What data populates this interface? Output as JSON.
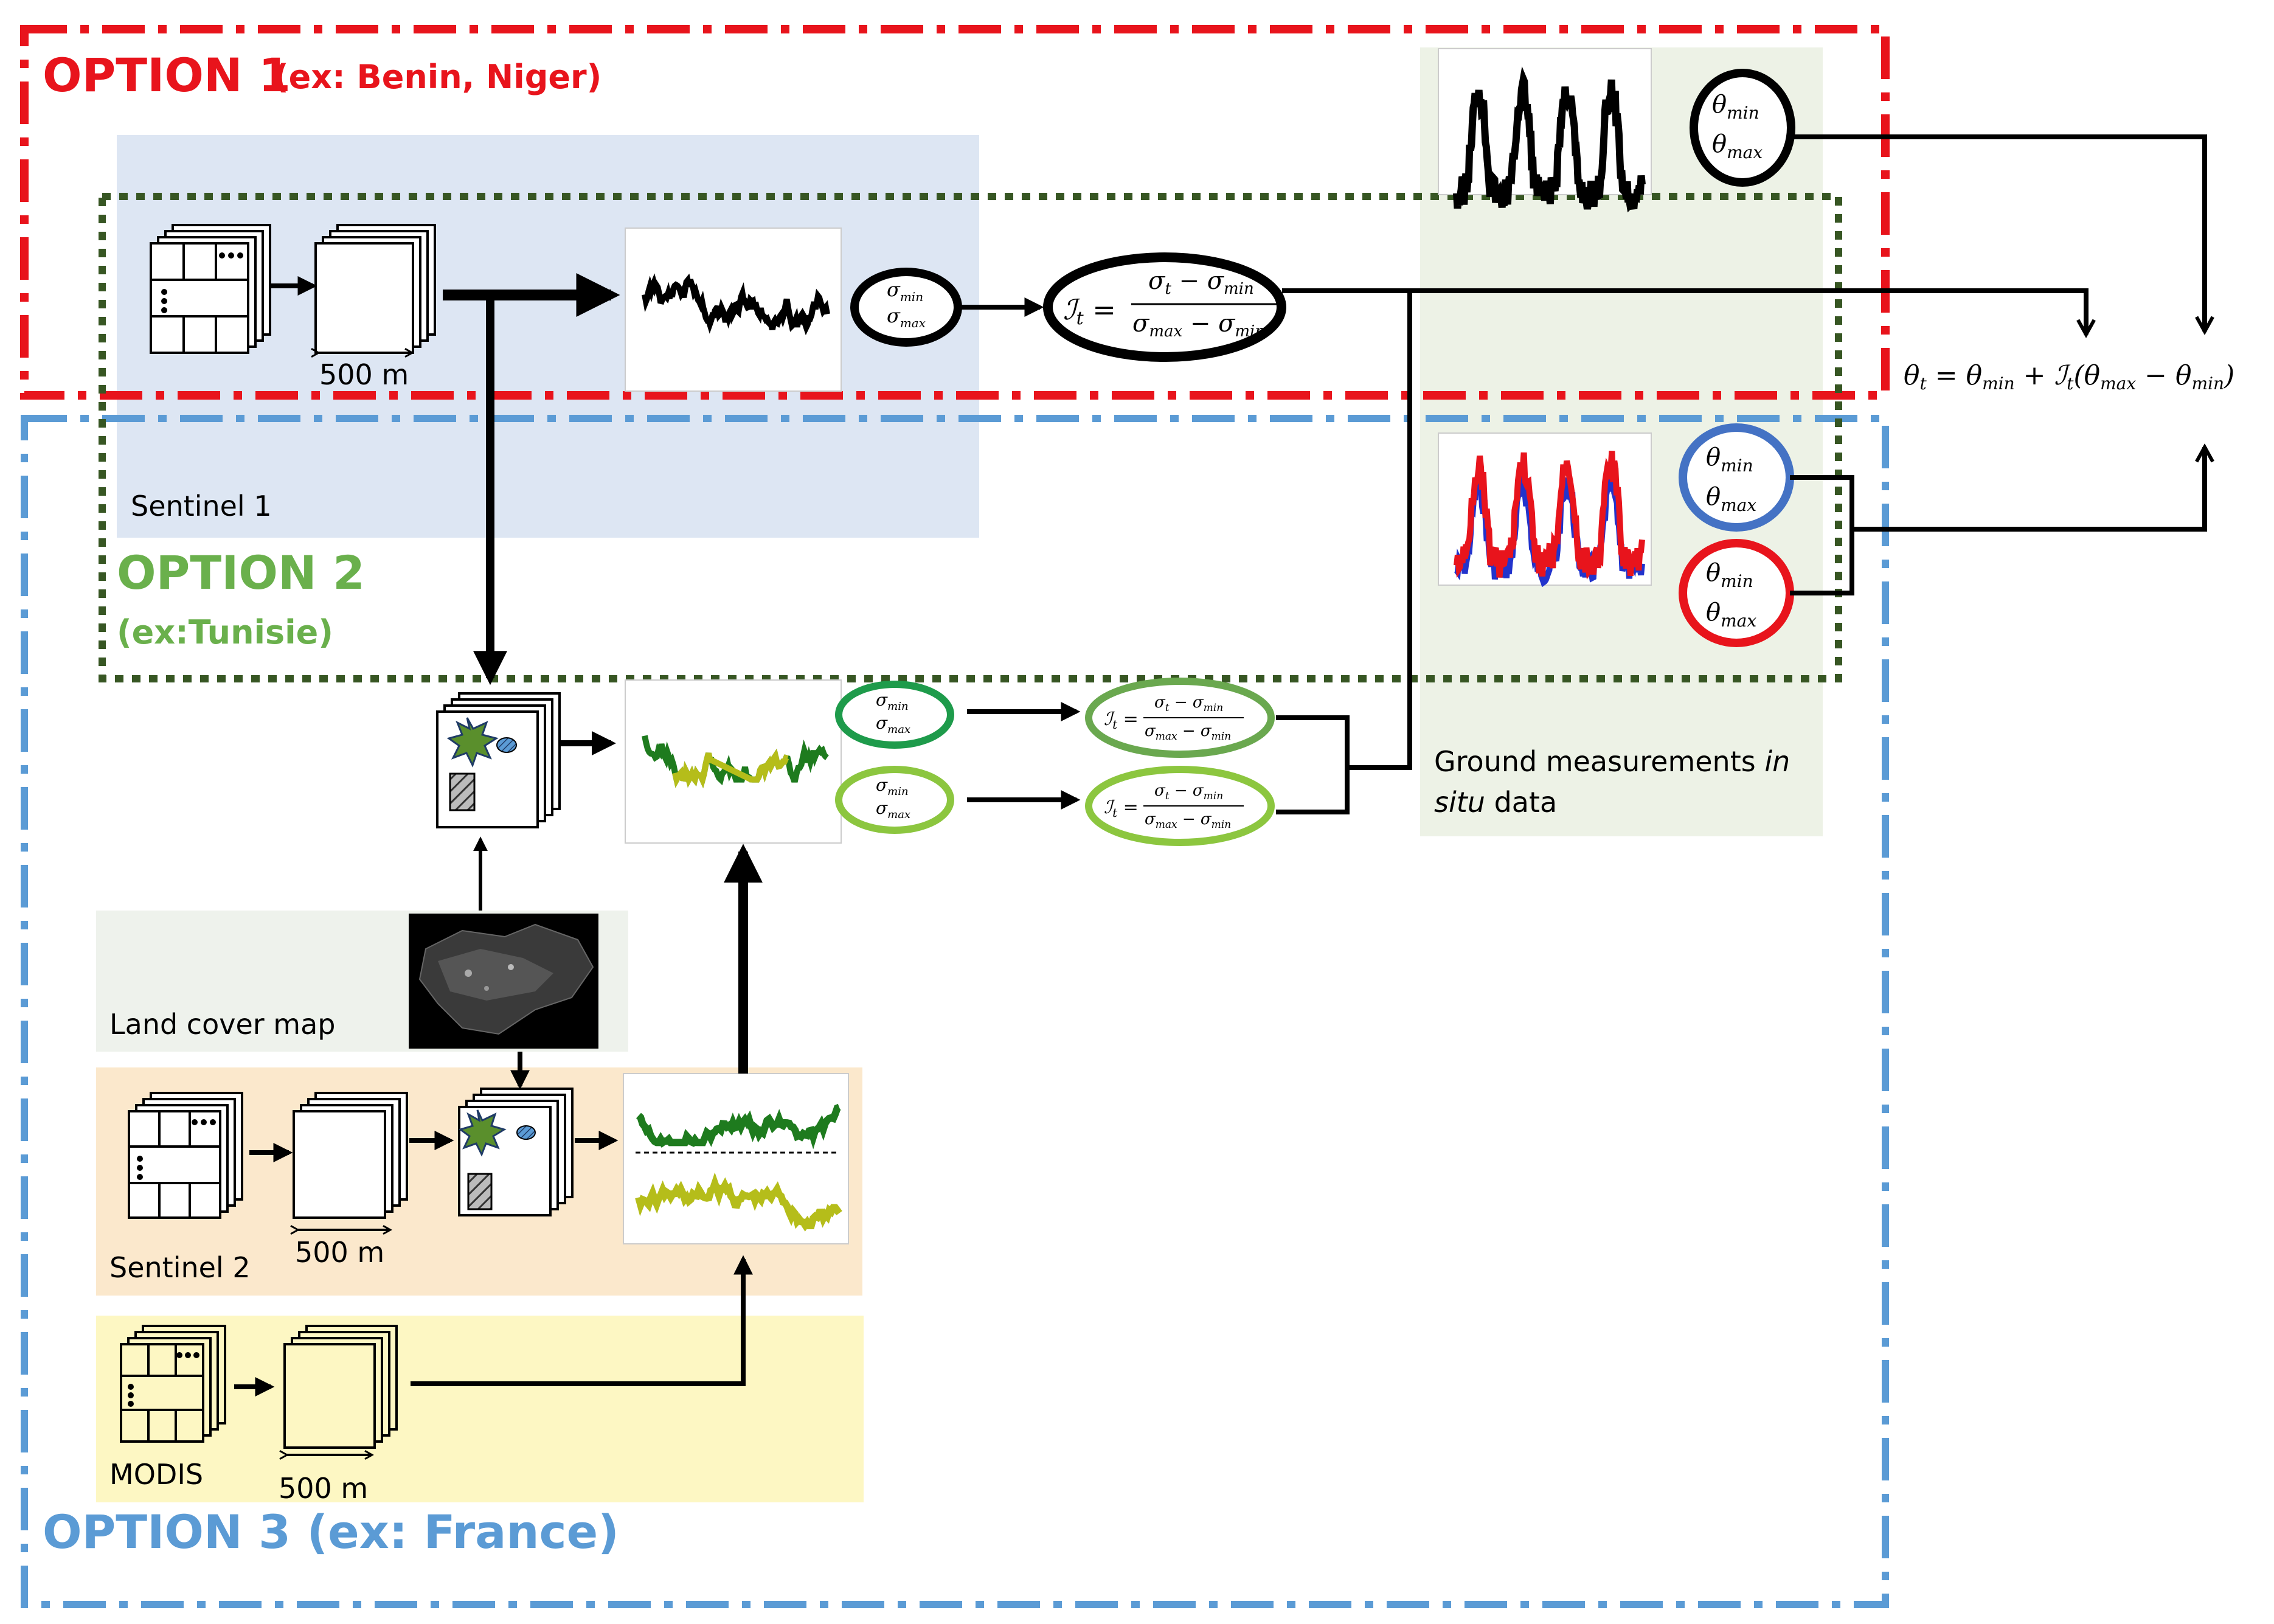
{
  "options": {
    "option1": {
      "title": "OPTION 1",
      "example": "(ex: Benin, Niger)",
      "color": "#e8141c"
    },
    "option2": {
      "title": "OPTION 2",
      "example": "(ex:Tunisie)",
      "color": "#6ab04c"
    },
    "option3": {
      "title": "OPTION 3 (ex: France)",
      "color": "#5b9bd5"
    }
  },
  "labels": {
    "sentinel1": "Sentinel 1",
    "sentinel2": "Sentinel 2",
    "modis": "MODIS",
    "land_cover": "Land cover map",
    "ground_line1": "Ground measurements",
    "ground_italic": "in",
    "ground_line2_italic": "situ",
    "ground_line2": "data",
    "scale": "500 m"
  },
  "symbols": {
    "sigma_min": "σ",
    "min_sub": "min",
    "max_sub": "max",
    "theta": "θ",
    "index_t": "ℐ",
    "t_sub": "t"
  },
  "formula_final": {
    "lhs": "θ",
    "equals": "=",
    "plus": "+",
    "minus": "−",
    "index": "ℐ"
  },
  "colors": {
    "black_ellipse": "#000000",
    "green_dark": "#1e7b1e",
    "green_light": "#8cc63f",
    "yellow_green": "#b5bd1a",
    "blue_ellipse": "#4472c4",
    "red_ellipse": "#e8141c",
    "sentinel1_bg": "#dde6f3",
    "sentinel2_bg": "#fbe8cc",
    "modis_bg": "#fdf7c3",
    "ground_bg": "#edf2e6",
    "landcover_bg": "#eef2ec"
  }
}
